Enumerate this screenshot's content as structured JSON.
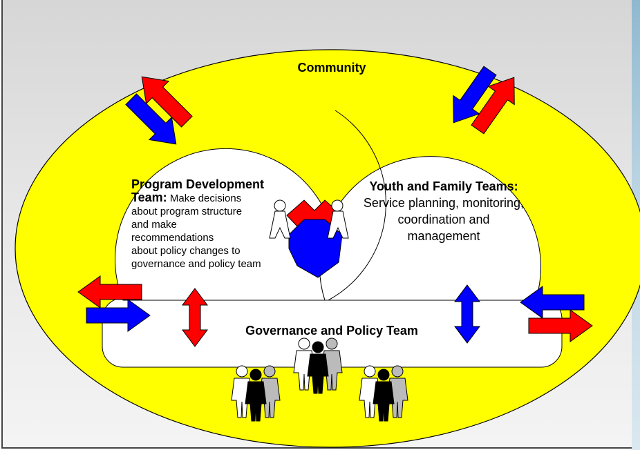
{
  "community": {
    "label": "Community"
  },
  "program_development": {
    "heading": "Program Development",
    "heading_cont": "Team:",
    "text_first": "Make decisions",
    "text_rest": [
      "about program structure",
      "and make",
      "recommendations",
      "about policy changes to",
      "governance and policy team"
    ]
  },
  "youth_family": {
    "heading": "Youth and Family Teams:",
    "text": [
      "Service planning, monitoring,",
      "coordination and",
      "management"
    ]
  },
  "governance": {
    "label": "Governance and Policy Team"
  },
  "colors": {
    "community_fill": "#ffff00",
    "arrow_red": "#ff0000",
    "arrow_blue": "#0000ff",
    "team_fill": "#ffffff"
  },
  "icons": [
    "bidirectional-arrow-icon",
    "people-group-icon",
    "handshake-icon"
  ]
}
